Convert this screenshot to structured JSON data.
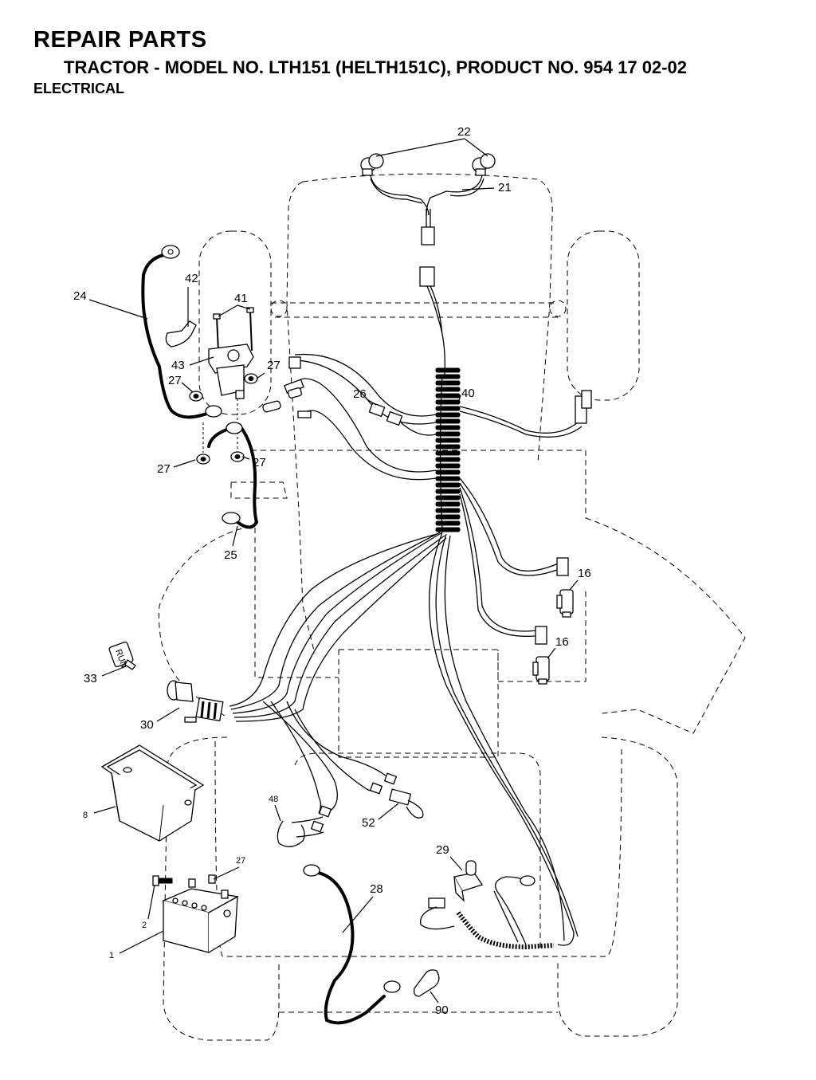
{
  "header": {
    "title": "REPAIR PARTS",
    "subtitle": "TRACTOR - MODEL NO. LTH151 (HELTH151C), PRODUCT NO. 954 17 02-02",
    "section": "ELECTRICAL"
  },
  "callouts": {
    "c22": "22",
    "c21": "21",
    "c42": "42",
    "c41": "41",
    "c24": "24",
    "c43": "43",
    "c27a": "27",
    "c27b": "27",
    "c27c": "27",
    "c27d": "27",
    "c27e": "27",
    "c26": "26",
    "c40": "40",
    "c25": "25",
    "c16a": "16",
    "c16b": "16",
    "c33": "33",
    "c30": "30",
    "c8": "8",
    "c48": "48",
    "c52": "52",
    "c29": "29",
    "c28": "28",
    "c2": "2",
    "c1": "1",
    "c90": "90"
  },
  "parts_labels": {
    "key_tag": "RUN"
  }
}
